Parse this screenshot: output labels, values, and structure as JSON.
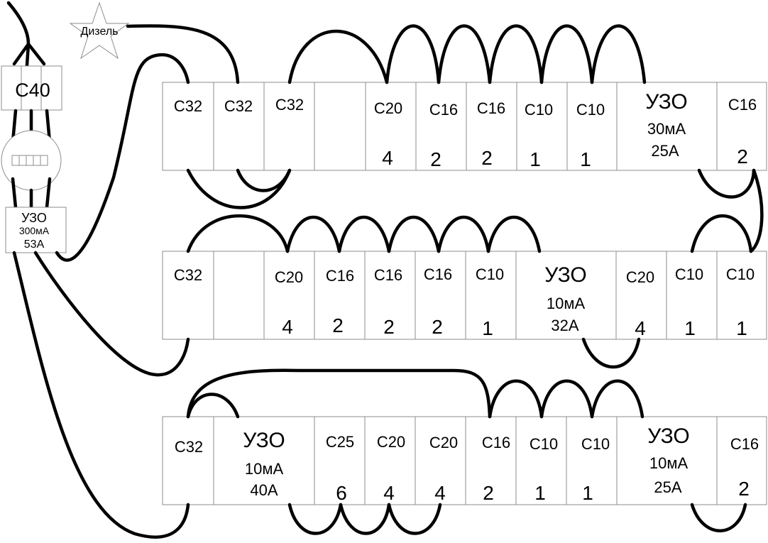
{
  "diesel_label": "Дизель",
  "main_breaker_label": "С40",
  "main_rcd": {
    "title": "УЗО",
    "sensitivity": "300мА",
    "rating": "53А"
  },
  "rows": [
    {
      "modules": [
        {
          "label": "С32",
          "number": ""
        },
        {
          "label": "С32",
          "number": ""
        },
        {
          "label": "С32",
          "number": ""
        },
        {
          "label": "",
          "number": ""
        },
        {
          "label": "С20",
          "number": "4"
        },
        {
          "label": "С16",
          "number": "2"
        },
        {
          "label": "С16",
          "number": "2"
        },
        {
          "label": "С10",
          "number": "1"
        },
        {
          "label": "С10",
          "number": "1"
        },
        {
          "label": "УЗО",
          "sensitivity": "30мА",
          "rating": "25А"
        },
        {
          "label": "С16",
          "number": "2"
        }
      ]
    },
    {
      "modules": [
        {
          "label": "С32",
          "number": ""
        },
        {
          "label": "",
          "number": ""
        },
        {
          "label": "С20",
          "number": "4"
        },
        {
          "label": "С16",
          "number": "2"
        },
        {
          "label": "С16",
          "number": "2"
        },
        {
          "label": "С16",
          "number": "2"
        },
        {
          "label": "С10",
          "number": "1"
        },
        {
          "label": "УЗО",
          "sensitivity": "10мА",
          "rating": "32А"
        },
        {
          "label": "С20",
          "number": "4"
        },
        {
          "label": "С10",
          "number": "1"
        },
        {
          "label": "С10",
          "number": "1"
        }
      ]
    },
    {
      "modules": [
        {
          "label": "С32",
          "number": ""
        },
        {
          "label": "УЗО",
          "sensitivity": "10мА",
          "rating": "40А"
        },
        {
          "label": "С25",
          "number": "6"
        },
        {
          "label": "С20",
          "number": "4"
        },
        {
          "label": "С20",
          "number": "4"
        },
        {
          "label": "С16",
          "number": "2"
        },
        {
          "label": "С10",
          "number": "1"
        },
        {
          "label": "С10",
          "number": "1"
        },
        {
          "label": "УЗО",
          "sensitivity": "10мА",
          "rating": "25А"
        },
        {
          "label": "С16",
          "number": "2"
        }
      ]
    }
  ]
}
